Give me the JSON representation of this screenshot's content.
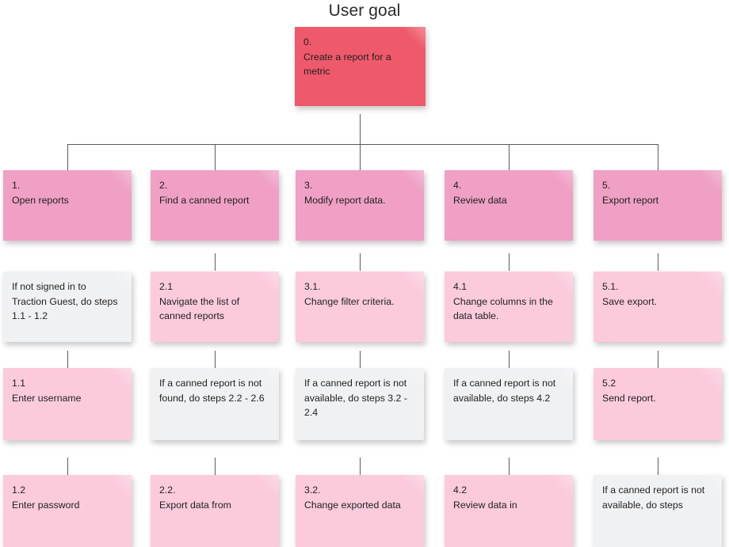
{
  "board": {
    "title": "User goal",
    "type": "task-flow-sticky-note-map"
  },
  "colors": {
    "goal": "#ee5a6b",
    "level1": "#efa0c4",
    "level2": "#fbcbdc",
    "note": "#f0f1f2",
    "connector": "#5b5b5b",
    "background": "#ffffff",
    "text": "#1f1f1f"
  },
  "goal_card": {
    "index": "0.",
    "text": "Create a report for a metric"
  },
  "columns": [
    {
      "id": "col-1",
      "cards": [
        {
          "index": "1.",
          "text": "Open reports",
          "style": "level1"
        },
        {
          "index": "",
          "text": "If not signed in to Traction Guest, do steps 1.1 - 1.2",
          "style": "note"
        },
        {
          "index": "1.1",
          "text": "Enter username",
          "style": "level2"
        },
        {
          "index": "1.2",
          "text": "Enter password",
          "style": "level2"
        }
      ]
    },
    {
      "id": "col-2",
      "cards": [
        {
          "index": "2.",
          "text": "Find a canned report",
          "style": "level1"
        },
        {
          "index": "2.1",
          "text": "Navigate the list of canned reports",
          "style": "level2"
        },
        {
          "index": "",
          "text": "If a canned report is not found, do steps 2.2 - 2.6",
          "style": "note"
        },
        {
          "index": "2.2.",
          "text": "Export data from",
          "style": "level2"
        }
      ]
    },
    {
      "id": "col-3",
      "cards": [
        {
          "index": "3.",
          "text": "Modify report data.",
          "style": "level1"
        },
        {
          "index": "3.1.",
          "text": "Change filter criteria.",
          "style": "level2"
        },
        {
          "index": "",
          "text": "If a canned report is not available, do steps 3.2 - 2.4",
          "style": "note"
        },
        {
          "index": "3.2.",
          "text": "Change exported data",
          "style": "level2"
        }
      ]
    },
    {
      "id": "col-4",
      "cards": [
        {
          "index": "4.",
          "text": "Review data",
          "style": "level1"
        },
        {
          "index": "4.1",
          "text": "Change columns in the data table.",
          "style": "level2"
        },
        {
          "index": "",
          "text": "If a canned report is not available, do steps 4.2",
          "style": "note"
        },
        {
          "index": "4.2",
          "text": "Review data in",
          "style": "level2"
        }
      ]
    },
    {
      "id": "col-5",
      "cards": [
        {
          "index": "5.",
          "text": "Export report",
          "style": "level1"
        },
        {
          "index": "5.1.",
          "text": "Save export.",
          "style": "level2"
        },
        {
          "index": "5.2",
          "text": "Send report.",
          "style": "level2"
        },
        {
          "index": "",
          "text": "If a canned report is not available, do steps",
          "style": "note"
        }
      ]
    }
  ]
}
